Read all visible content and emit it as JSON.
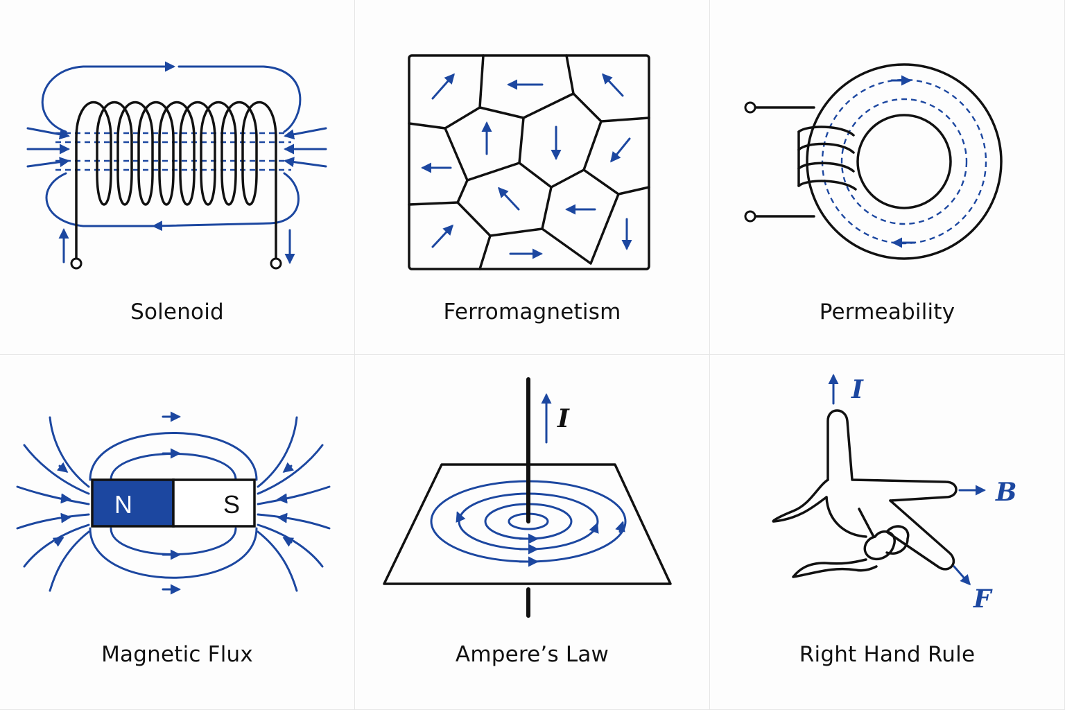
{
  "colors": {
    "accent": "#1c47a0",
    "ink": "#111111",
    "background": "#fdfdfd"
  },
  "panels": [
    {
      "label": "Solenoid"
    },
    {
      "label": "Ferromagnetism"
    },
    {
      "label": "Permeability"
    },
    {
      "label": "Magnetic Flux",
      "magnet": {
        "north": "N",
        "south": "S"
      }
    },
    {
      "label": "Ampere’s Law",
      "current_symbol": "I"
    },
    {
      "label": "Right Hand Rule",
      "vectors": {
        "current": "I",
        "field": "B",
        "force": "F"
      }
    }
  ]
}
